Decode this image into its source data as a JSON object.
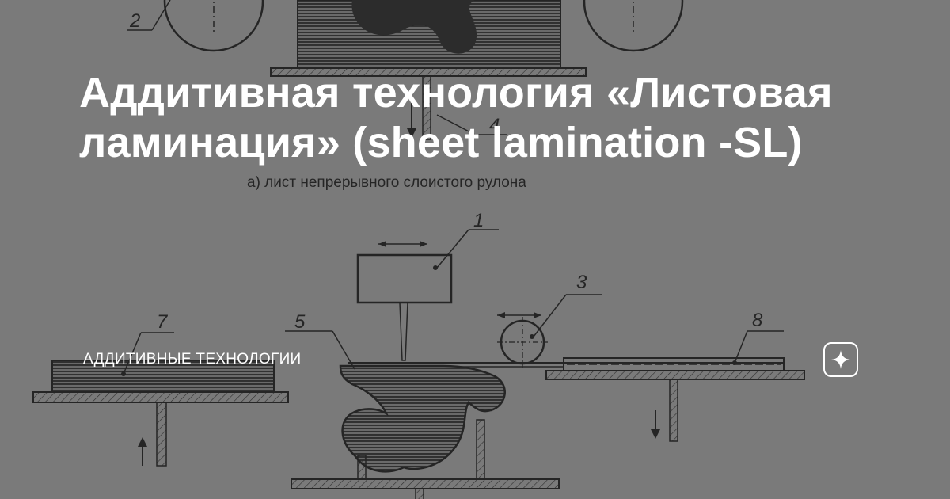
{
  "title": "Аддитивная технология «Листовая ламинация» (sheet lamination -SL)",
  "channel": "АДДИТИВНЫЕ ТЕХНОЛОГИИ",
  "diagram": {
    "caption": "а) лист непрерывного слоистого рулона",
    "labels": [
      "1",
      "2",
      "3",
      "4",
      "5",
      "7",
      "8"
    ]
  },
  "colors": {
    "background": "#7d7d7d",
    "ink": "#151515",
    "text": "#ffffff"
  },
  "icons": {
    "badge": "sparkle-star-icon"
  }
}
